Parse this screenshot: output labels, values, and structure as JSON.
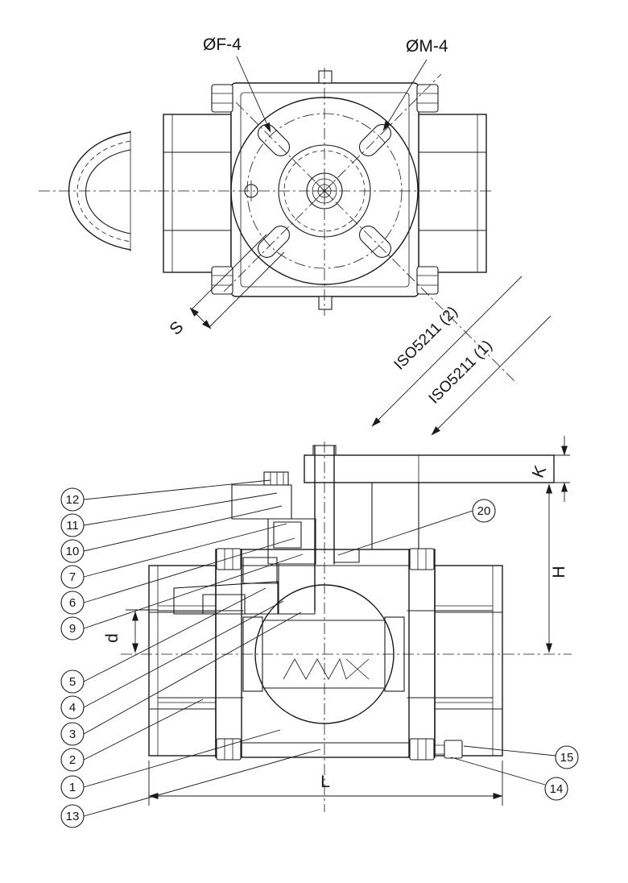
{
  "drawing": {
    "title": "ball-valve-iso5211-mounting-drawing",
    "top_view": {
      "label_f": "ØF-4",
      "label_m": "ØM-4",
      "label_iso2": "ISO5211 (2)",
      "label_iso1": "ISO5211 (1)",
      "dim_s": "S"
    },
    "section_view": {
      "dim_k": "K",
      "dim_h": "H",
      "dim_d": "d",
      "dim_l": "L"
    },
    "callouts_left": [
      "12",
      "11",
      "10",
      "7",
      "6",
      "9",
      "5",
      "4",
      "3",
      "2",
      "1",
      "13"
    ],
    "callouts_right": [
      "20",
      "15",
      "14"
    ],
    "colors": {
      "line": "#1a1a1a",
      "highlight_green": "#cfe36a",
      "highlight_orange": "#ffb300",
      "highlight_gray": "#d8d8d8",
      "background": "#ffffff"
    }
  }
}
